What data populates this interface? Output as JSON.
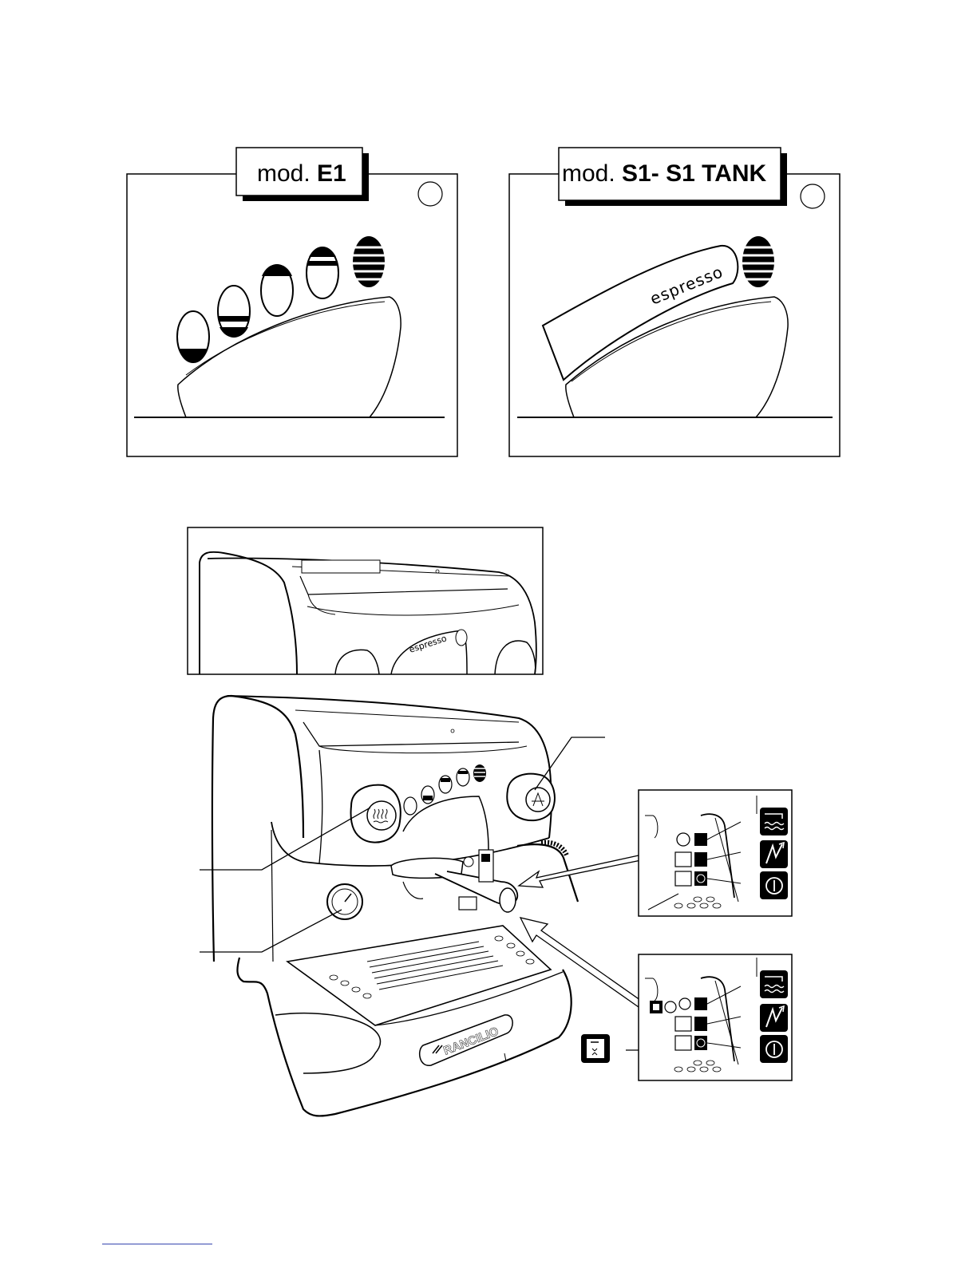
{
  "panel_e1": {
    "label_prefix": "mod.",
    "label_model": "E1"
  },
  "panel_s1": {
    "label_prefix": "mod.",
    "label_model": "S1- S1 TANK",
    "button_text": "espresso"
  },
  "machine": {
    "top_detail_text": "espresso",
    "brand_logo": "RANCILIO"
  },
  "icons": {
    "hot_water": "hot-water-icon",
    "pump": "pump-icon",
    "power": "power-icon",
    "tank": "tank-icon"
  }
}
